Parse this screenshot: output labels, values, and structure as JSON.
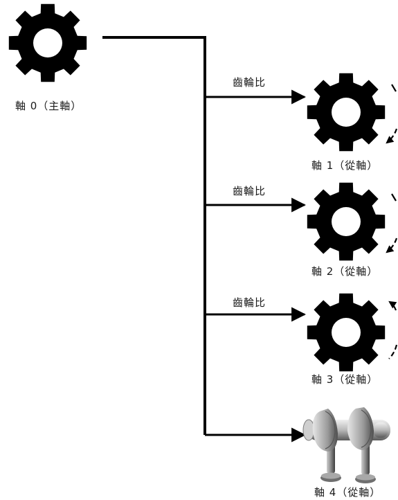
{
  "master_axis": {
    "label": "軸 0（主軸）",
    "icon": "gear-icon"
  },
  "branches": [
    {
      "ratio_label": "齒輪比",
      "axis_label": "軸 1（從軸）",
      "icon": "gear-icon",
      "rotation": "clockwise"
    },
    {
      "ratio_label": "齒輪比",
      "axis_label": "軸 2（從軸）",
      "icon": "gear-icon",
      "rotation": "clockwise"
    },
    {
      "ratio_label": "齒輪比",
      "axis_label": "軸 3（從軸）",
      "icon": "gear-icon",
      "rotation": "counterclockwise"
    },
    {
      "ratio_label": "",
      "axis_label": "軸 4（從軸）",
      "icon": "cam-shaft-icon",
      "rotation": ""
    }
  ],
  "colors": {
    "gear": "#000000",
    "line": "#000000",
    "shaft_light": "#d9d9d9",
    "shaft_dark": "#6e6e6e"
  }
}
